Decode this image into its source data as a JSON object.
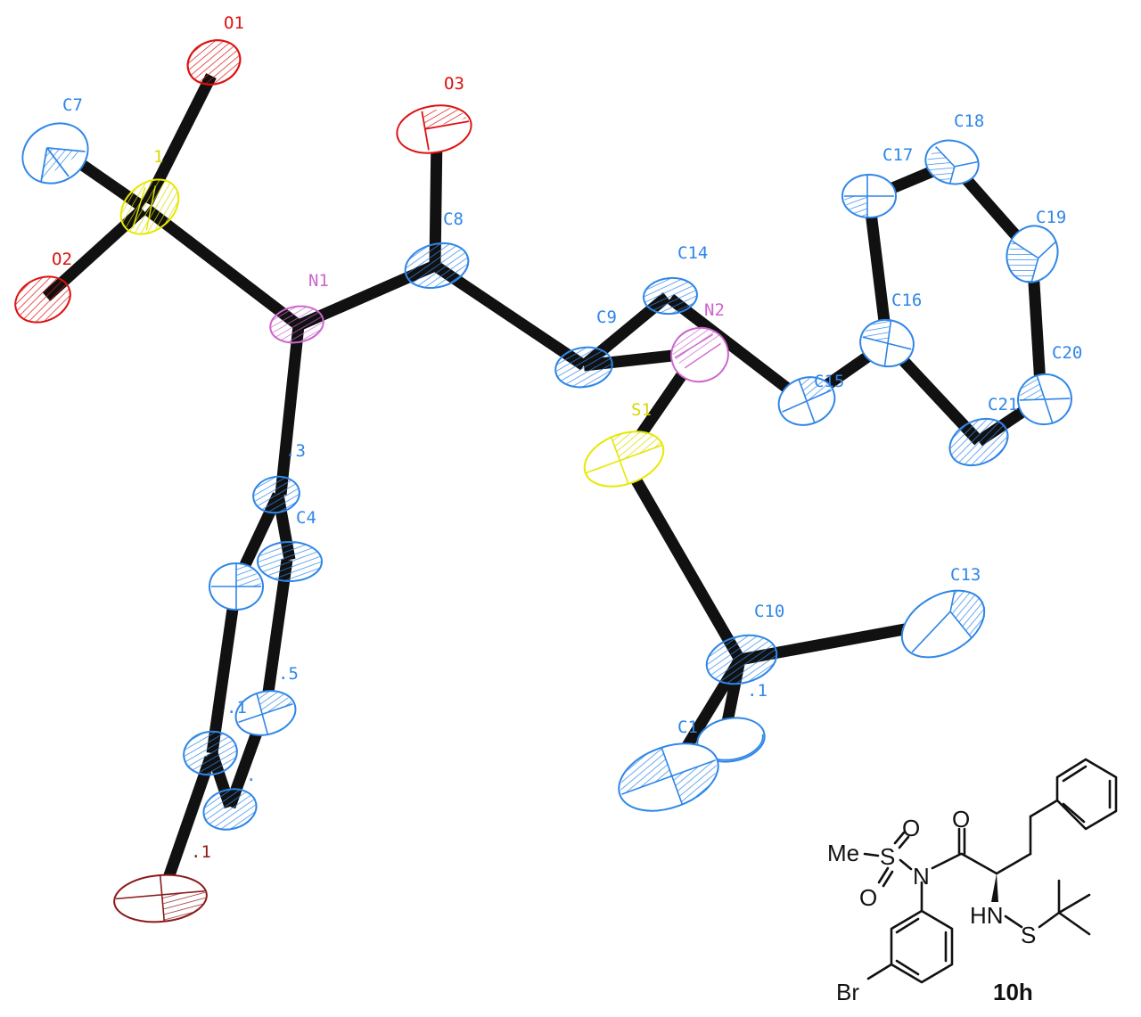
{
  "ortep": {
    "colors": {
      "C": "#2f86e8",
      "N": "#cc66cc",
      "O": "#dd1111",
      "S": "#e8e800",
      "Br": "#8b1a1a",
      "bond": "#111111"
    },
    "labels": {
      "O1": "O1",
      "O2": "O2",
      "O3": "O3",
      "C7": "C7",
      "S1_top": "1",
      "N1": "N1",
      "C8": "C8",
      "C14": "C14",
      "C9": "C9",
      "N2": "N2",
      "S2": "S1",
      "C15": "C15",
      "C16": "C16",
      "C17": "C17",
      "C18": "C18",
      "C19": "C19",
      "C20": "C20",
      "C21": "C21",
      "C3": ".3",
      "C4": "C4",
      "C5": ".5",
      "C6": ".1",
      "C2": ".",
      "Br1": ".1",
      "C10": "C10",
      "C11": ".1",
      "C12": "C1",
      "C13": "C13"
    }
  },
  "structure": {
    "me": "Me",
    "s": "S",
    "n": "N",
    "o1": "O",
    "o2": "O",
    "o3": "O",
    "hn": "HN",
    "s2": "S",
    "br": "Br",
    "compound_id": "10h"
  }
}
